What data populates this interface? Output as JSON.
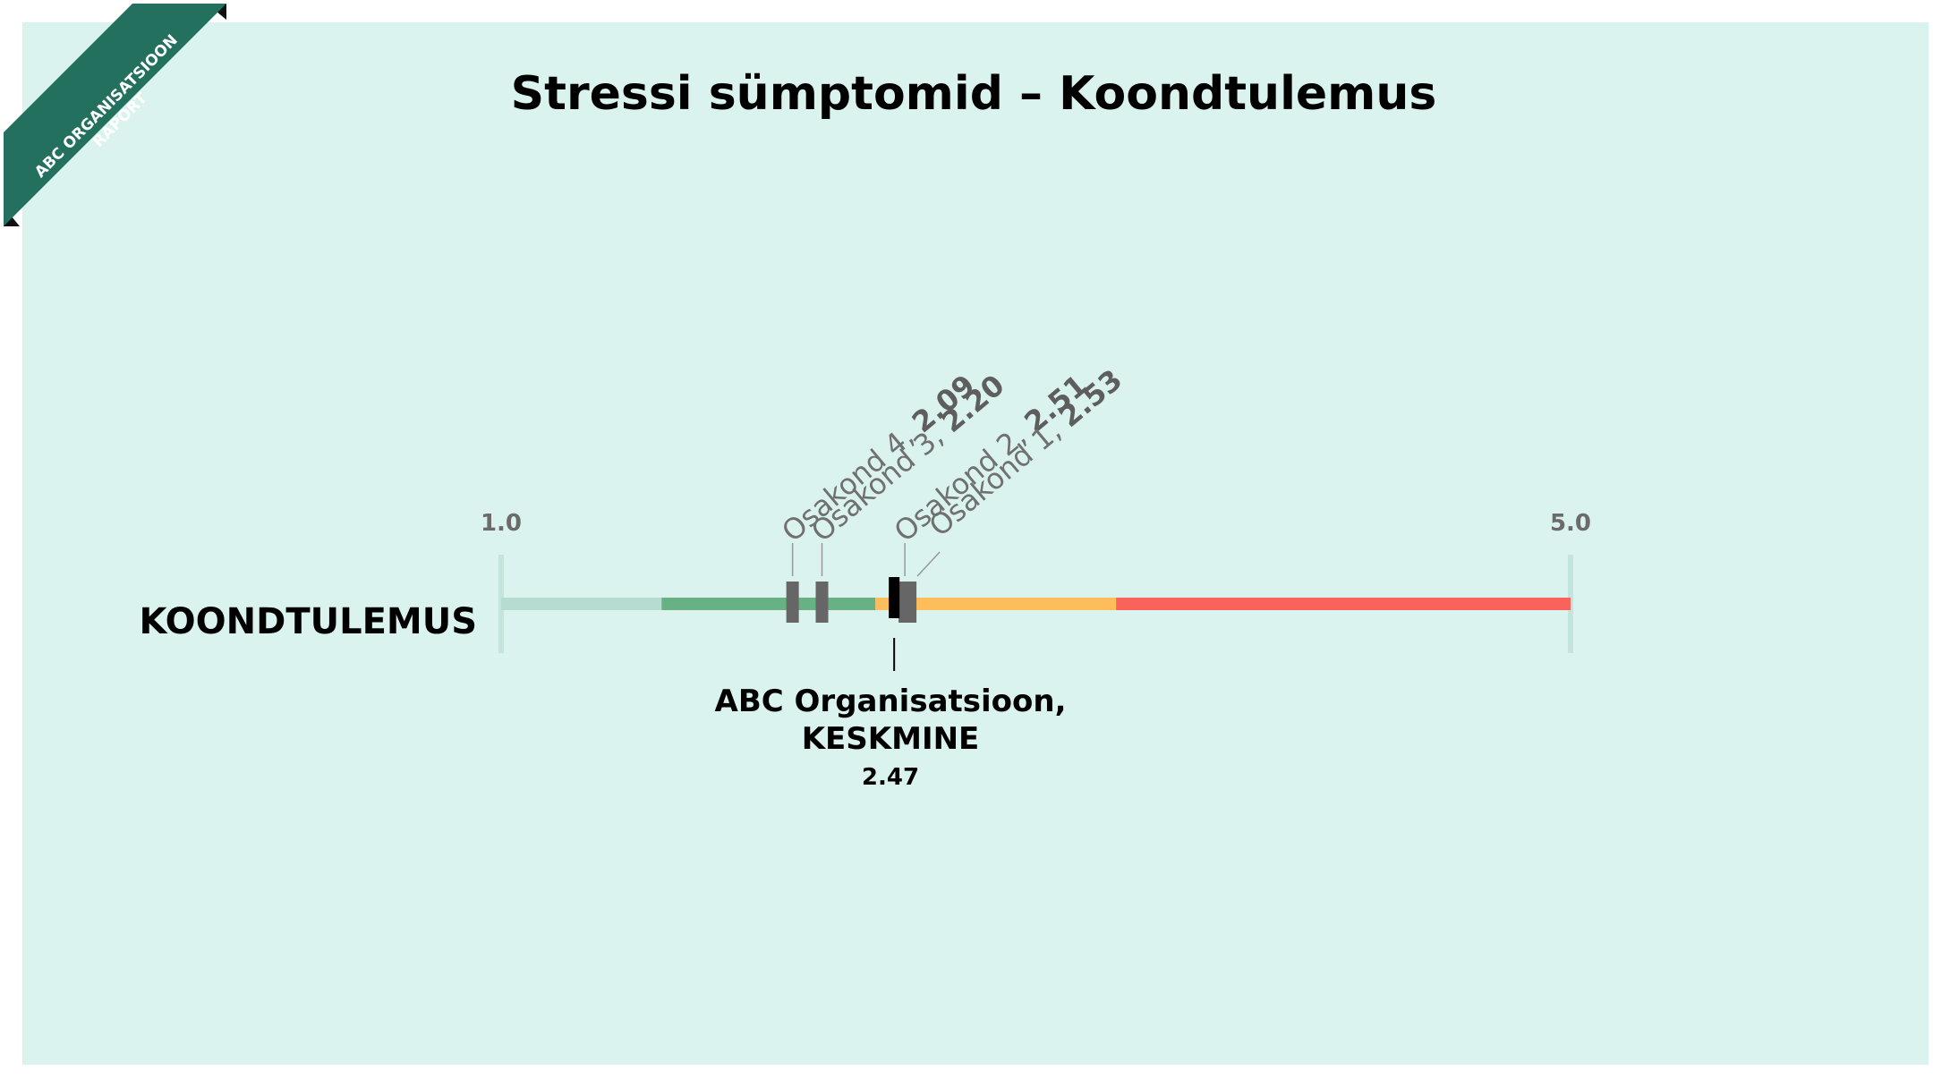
{
  "ribbon": {
    "line1": "ABC ORGANISATSIOON",
    "line2": "RAPORT",
    "color": "#23705f"
  },
  "chart_data": {
    "type": "bullet",
    "title": "Stressi sümptomid – Koondtulemus",
    "row_label": "KOONDTULEMUS",
    "axis": {
      "min": 1.0,
      "max": 5.0,
      "ticks": [
        "1.0",
        "5.0"
      ]
    },
    "bands": [
      {
        "from": 1.0,
        "to": 1.6,
        "color": "#b6dbd0"
      },
      {
        "from": 1.6,
        "to": 2.4,
        "color": "#67b184"
      },
      {
        "from": 2.4,
        "to": 3.3,
        "color": "#fdbd5a"
      },
      {
        "from": 3.3,
        "to": 5.0,
        "color": "#f9635b"
      }
    ],
    "departments": [
      {
        "name": "Osakond 4,",
        "value": 2.09,
        "label": "2.09"
      },
      {
        "name": "Osakond 3,",
        "value": 2.2,
        "label": "2.20"
      },
      {
        "name": "Osakond 2,",
        "value": 2.51,
        "label": "2.51"
      },
      {
        "name": "Osakond 1,",
        "value": 2.53,
        "label": "2.53"
      }
    ],
    "organization": {
      "line1": "ABC Organisatsioon,",
      "line2": "KESKMINE",
      "value": 2.47,
      "label": "2.47"
    },
    "colors": {
      "background": "#daf3ef",
      "department_marker": "#666666",
      "organization_marker": "#000000",
      "axis_tick": "#c5e4dc"
    }
  }
}
